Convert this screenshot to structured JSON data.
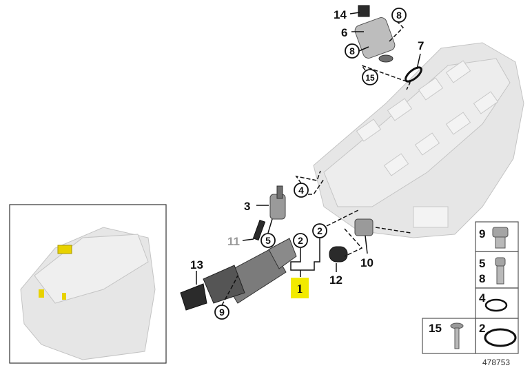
{
  "diagram_id": "478753",
  "highlight_color": "#f2ea00",
  "callouts": {
    "c14": "14",
    "c8a": "8",
    "c6": "6",
    "c8b": "8",
    "c7": "7",
    "c15": "15",
    "c4": "4",
    "c3": "3",
    "c5": "5",
    "c11": "11",
    "c2a": "2",
    "c2b": "2",
    "c13": "13",
    "c1": "1",
    "c9": "9",
    "c12": "12",
    "c10": "10"
  },
  "legend": {
    "row1": "9",
    "row2a": "5",
    "row2b": "8",
    "row3": "4",
    "row4": "2",
    "row4_left": "15"
  }
}
